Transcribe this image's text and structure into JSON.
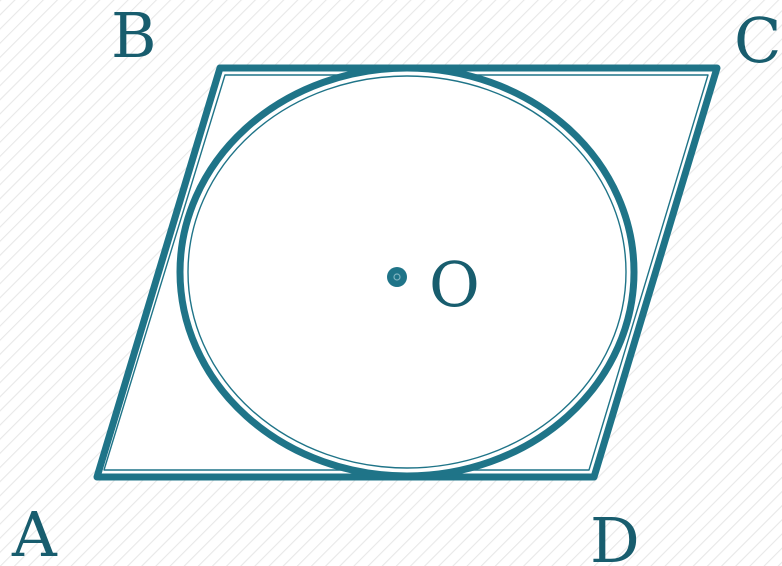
{
  "diagram": {
    "labels": {
      "a": "A",
      "b": "B",
      "c": "C",
      "d": "D",
      "o": "O"
    },
    "colors": {
      "stroke": "#1f7488",
      "label": "#185d6e",
      "hatch": "#e6e6e6",
      "fill": "#ffffff"
    }
  }
}
